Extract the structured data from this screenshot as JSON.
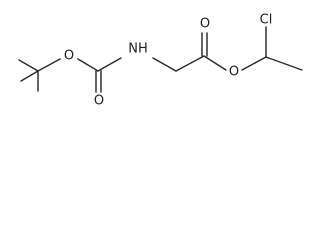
{
  "molecule": {
    "atoms": {
      "carbonyl_oxygen_boc": "O",
      "ether_oxygen_boc": "O",
      "amine_nitrogen": "NH",
      "carbonyl_oxygen_ester": "O",
      "ester_oxygen": "O",
      "chlorine": "Cl"
    }
  }
}
